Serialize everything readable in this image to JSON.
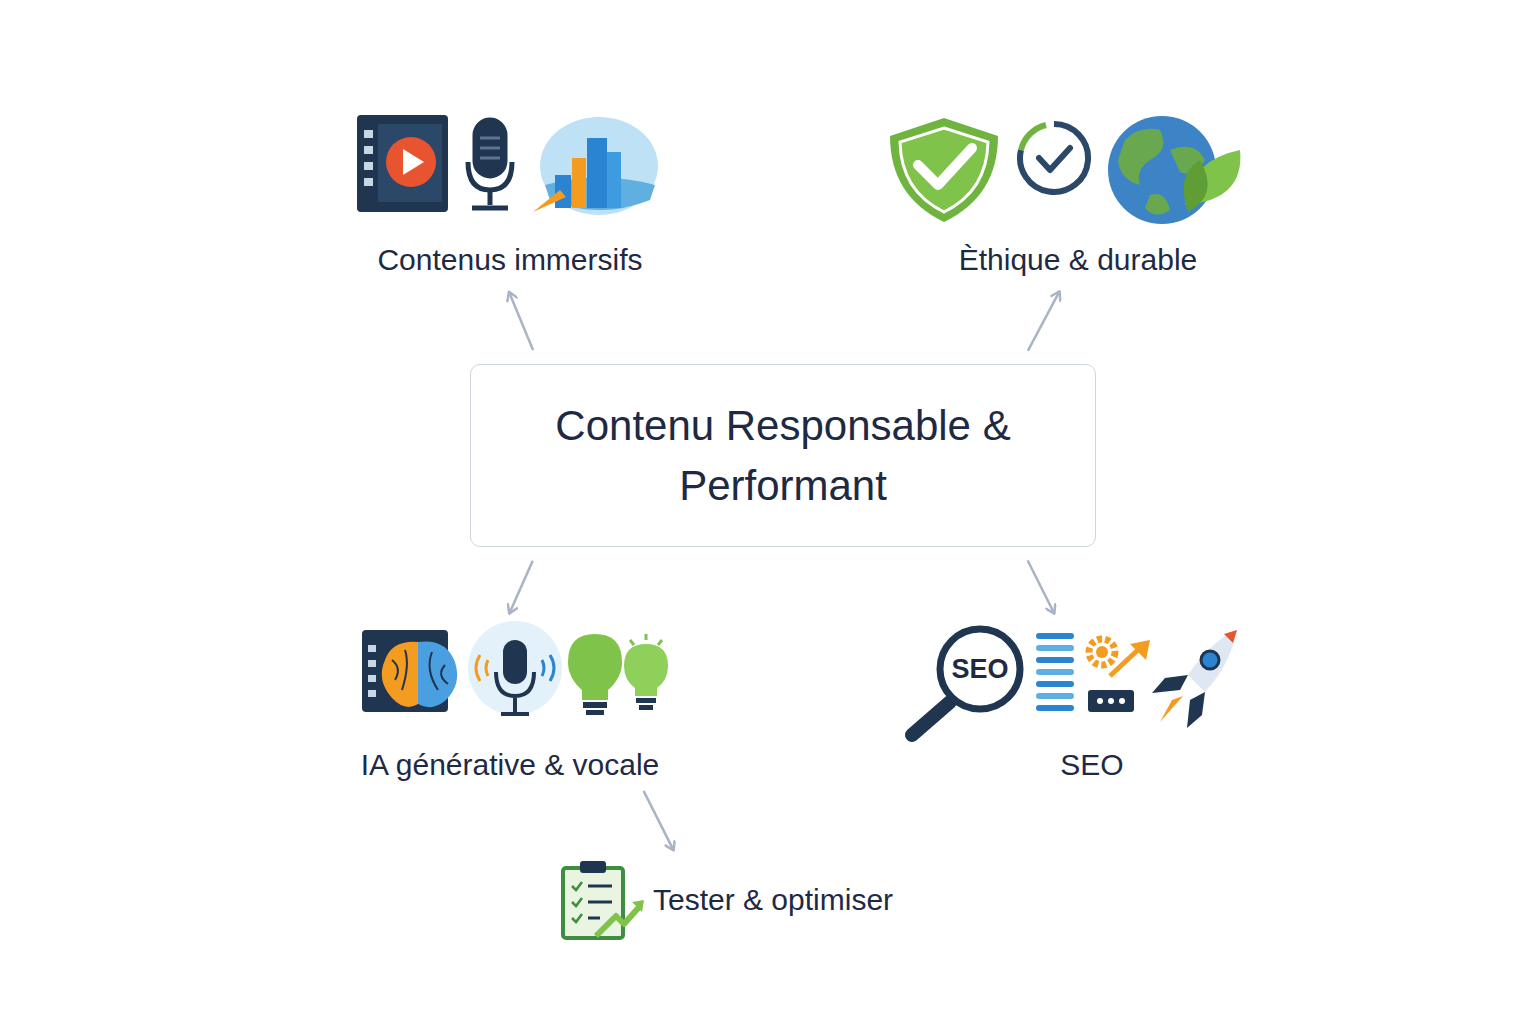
{
  "diagram": {
    "nodes": [
      {
        "text": [
          "Contenus immersifs"
        ]
      },
      {
        "text": [
          "Èthique & durable"
        ]
      },
      {
        "text": [
          "Contenu Responsable & Performant"
        ]
      },
      {
        "text": [
          "IA générative & vocale"
        ]
      },
      {
        "text": [
          "SEO"
        ]
      },
      {
        "text": [
          "Tester & optimiser"
        ]
      }
    ],
    "edges": [
      {
        "from": 2,
        "to": 0,
        "arrow": "to"
      },
      {
        "from": 2,
        "to": 1,
        "arrow": "to"
      },
      {
        "from": 2,
        "to": 3,
        "arrow": "to"
      },
      {
        "from": 2,
        "to": 4,
        "arrow": "to"
      },
      {
        "from": 3,
        "to": 5,
        "arrow": "to"
      }
    ],
    "labels": [
      "SEO"
    ]
  }
}
